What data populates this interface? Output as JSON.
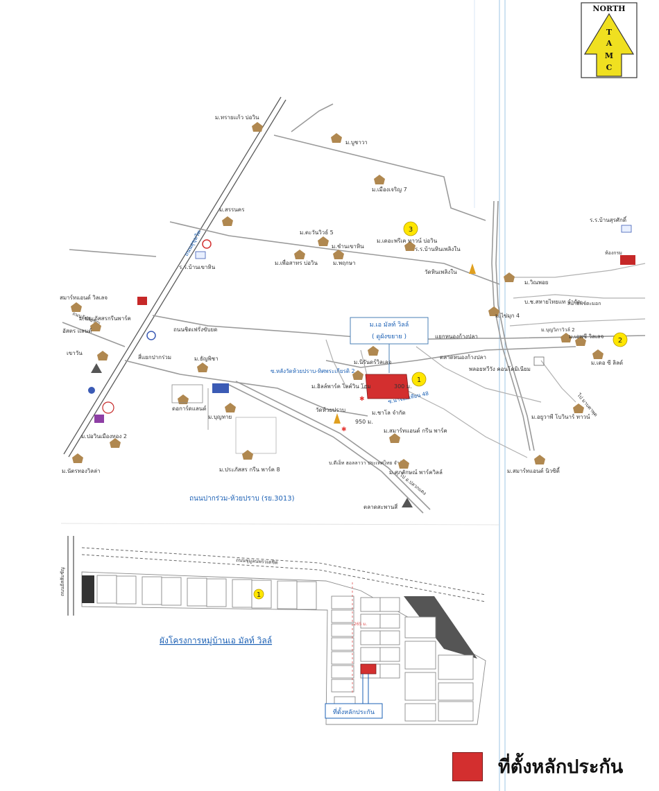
{
  "compass": {
    "north_label": "NORTH",
    "letters": [
      "T",
      "A",
      "M",
      "C"
    ],
    "color": "#f0e020"
  },
  "upper_map": {
    "callout": {
      "line1": "ม.เอ มัลท์ วิลล์",
      "line2": "( ดูผังขยาย )"
    },
    "numbered_markers": [
      "1",
      "2",
      "3"
    ],
    "road_labels": [
      "ถนนปากร่วม-ห้วยปราบ (รย.3013)",
      "ถนนสุขุมวิท",
      "ถนนอัสสัมชัญ",
      "ซ.หลังวัดห้วยปราบ-ทิศพระเกียรติ 2",
      "ซ.นาจอมเทียน 48",
      "ถนนชิดเฟรั่งขับยด",
      "สี่แยกปากร่วม",
      "แยกหนองก้างปลา",
      "ไป อ.ปลวกแดง",
      "ไป มาบตาพุด"
    ],
    "distance_labels": [
      "300 ม.",
      "950 ม."
    ],
    "place_labels": [
      "ม.ทรายแก้ว บ่อวิน",
      "ม.บูชาวา",
      "ม.เมืองเจริญ 7",
      "ม.สรรนคร",
      "ม.ตะวันวิวธ์ 5",
      "ม.ชำนเขาหิน",
      "ม.เดอะพรีเค ทาวน์ บ่อวิน",
      "ร.ร.บ้านหินเพลิงใน",
      "ม.เพื่อสาทร บ่อวิน",
      "ม.พฤกษา",
      "ร.ร.บ้านเขาหิน",
      "วัดหินเพลิงใน",
      "ร.ร.บ้านสุรศักดิ์",
      "สมาร์ทแอนด์ วิลเลจ",
      "ม.ประภัสสรกรีนพาร์ค",
      "อัสตร แลนด์",
      "เขาวัน",
      "ม.ธัญพิชา",
      "ม.นิรันดร์วิลเลจ",
      "ม.ฮิลล์พาร์ค ไลค์วิน โฮม",
      "ม.ชาโล จำกัด",
      "วัดห้วยปราบ",
      "ม.บุญทาย",
      "ดอการ์ดแลนด์",
      "ม.ประภัสสร กรีน พาร์ค 8",
      "ม.สมาร์ทแอนด์ กรีน พาร์ค",
      "บ.ดีเอ็ท ฮอลลาวา ประเทศไทย จำกัด",
      "ม.ศุภลักษณ์ พาร์ควิลล์",
      "ตลาดสะพานสี่",
      "ม.ปอวินเมืองทอง 2",
      "ม.นัตรทองวิลล่า",
      "ม.วิณพอย",
      "บ.ช.สหายไทยแท จำกัด",
      "ม.ไข่มุก 4",
      "ตลาดหนองก้างปลา",
      "ม.บุญวิภาวิวล์ 2",
      "ม.เอพซี วิลเลจ",
      "ม.เดอ ซี ลิลด์",
      "ม.สมาร์ทแอนด์ นิวซิตี้",
      "ม.อยูวาพี โบวินาร์ ทาวน์",
      "พลอยหวีวัง คอนโดมิเนียม",
      "ห้องกรม",
      "สนามพิช์ตะมอก"
    ]
  },
  "inset": {
    "title": "ผังโครงการหมู่บ้านเอ มัลท์ วิลล์",
    "road_top": "ถนนซุมูลนพรวเดชิด",
    "road_left": "ถนนอัสสัมชัญ",
    "marker": "1",
    "distance": "265 ม.",
    "location_label": "ที่ตั้งหลักประกัน"
  },
  "legend": {
    "label": "ที่ตั้งหลักประกัน",
    "color": "#d32f2f"
  }
}
